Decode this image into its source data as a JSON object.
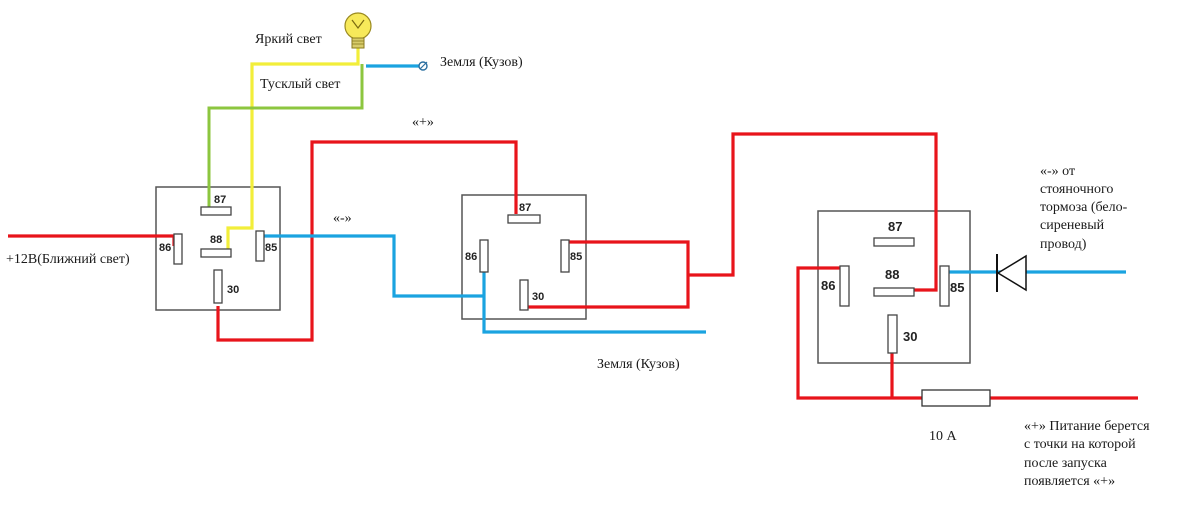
{
  "colors": {
    "positive_wire": "#e8141b",
    "negative_wire": "#1aa3e0",
    "bright_light_wire": "#f2ee3a",
    "dim_light_wire": "#8cc63f",
    "lamp": "#f7e95a"
  },
  "labels": {
    "bright_light": "Яркий свет",
    "dim_light": "Тусклый свет",
    "ground_top": "Земля (Кузов)",
    "ground_mid": "Земля (Кузов)",
    "plus12": "+12В(Ближний свет)",
    "plus_top": "«+»",
    "minus_mid": "«-»",
    "handbrake_1": "«-» от",
    "handbrake_2": "стояночного",
    "handbrake_3": "тормоза (бело-",
    "handbrake_4": "сиреневый",
    "handbrake_5": "провод)",
    "fuse": "10 А",
    "power_1": "«+» Питание берется",
    "power_2": "с точки на которой",
    "power_3": "после запуска",
    "power_4": "появляется «+»"
  },
  "relays": [
    {
      "pin87": "87",
      "pin88": "88",
      "pin86": "86",
      "pin85": "85",
      "pin30": "30"
    },
    {
      "pin87": "87",
      "pin86": "86",
      "pin85": "85",
      "pin30": "30"
    },
    {
      "pin87": "87",
      "pin88": "88",
      "pin86": "86",
      "pin85": "85",
      "pin30": "30"
    }
  ],
  "icons": [
    "lamp-icon",
    "diode-icon",
    "ground-terminal-icon",
    "fuse-icon"
  ]
}
